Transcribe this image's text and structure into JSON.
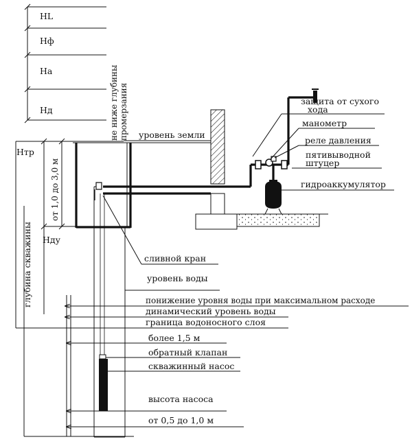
{
  "left_levels": {
    "hl": "HL",
    "hf": "Нф",
    "ha": "На",
    "hd": "Нд",
    "htr": "Нтр",
    "hdu": "Нду",
    "well_depth": "глубина скважины",
    "depth_range": "от 1,0 до 3,0 м",
    "frost_line_1": "не ниже глубины",
    "frost_line_2": "промерзания"
  },
  "labels": {
    "ground_level": "уровень земли",
    "dry_run_1": "защита от сухого",
    "dry_run_2": "хода",
    "manometer": "манометр",
    "pressure_switch": "реле давления",
    "fitting_1": "пятивыводной",
    "fitting_2": "штуцер",
    "accumulator": "гидроаккумулятор",
    "drain_valve": "сливной кран",
    "water_level": "уровень воды",
    "drawdown": "понижение уровня воды при максимальном расходе",
    "dynamic_level": "динамический уровень воды",
    "aquifer_boundary": "граница водоносного слоя",
    "more_than": "более 1,5 м",
    "check_valve": "обратный клапан",
    "well_pump": "скважинный насос",
    "pump_height": "высота насоса",
    "bottom_gap": "от 0,5 до 1,0 м"
  }
}
